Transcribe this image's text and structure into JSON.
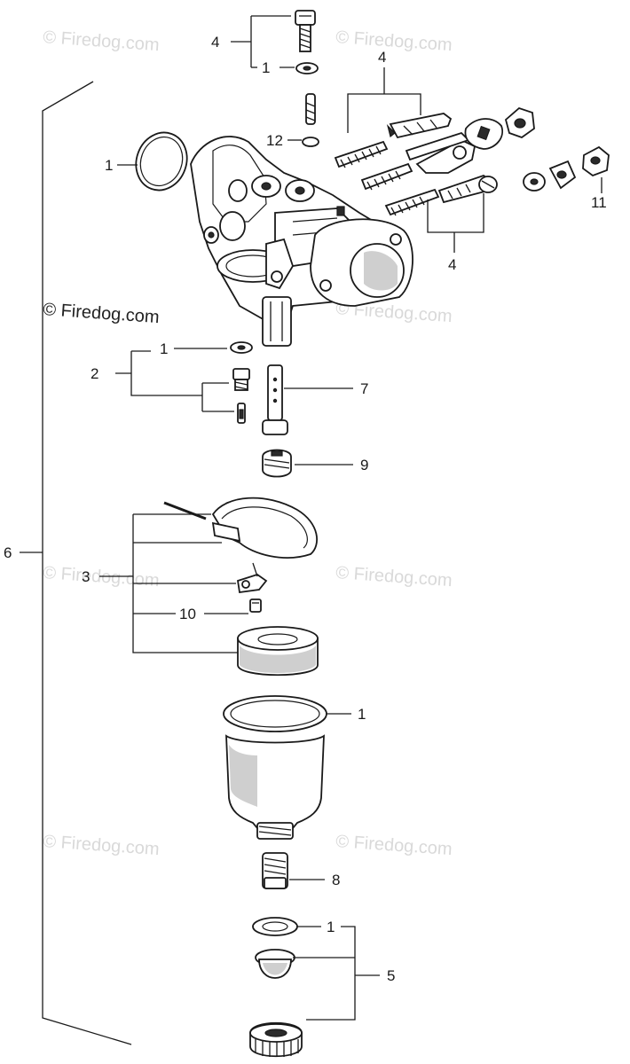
{
  "callouts": {
    "c1_top_washer": "1",
    "c1_oring": "1",
    "c1_jet_washer": "1",
    "c1_bowl_gasket": "1",
    "c1_drain_washer": "1",
    "c2": "2",
    "c3": "3",
    "c4_top": "4",
    "c4_right_top": "4",
    "c4_right_bottom": "4",
    "c5": "5",
    "c6": "6",
    "c7": "7",
    "c8": "8",
    "c9": "9",
    "c10": "10",
    "c11": "11",
    "c12": "12"
  },
  "watermarks": {
    "w1": "© Firedog.com",
    "w2": "© Firedog.com",
    "w3": "© Firedog.com",
    "w4": "© Firedog.com",
    "w5": "© Firedog.com",
    "w6": "© Firedog.com",
    "w7": "© Firedog.com",
    "w8": "© Firedog.com"
  },
  "colors": {
    "ink": "#1a1a1a",
    "watermark": "#d9d9d9",
    "background": "#ffffff"
  }
}
